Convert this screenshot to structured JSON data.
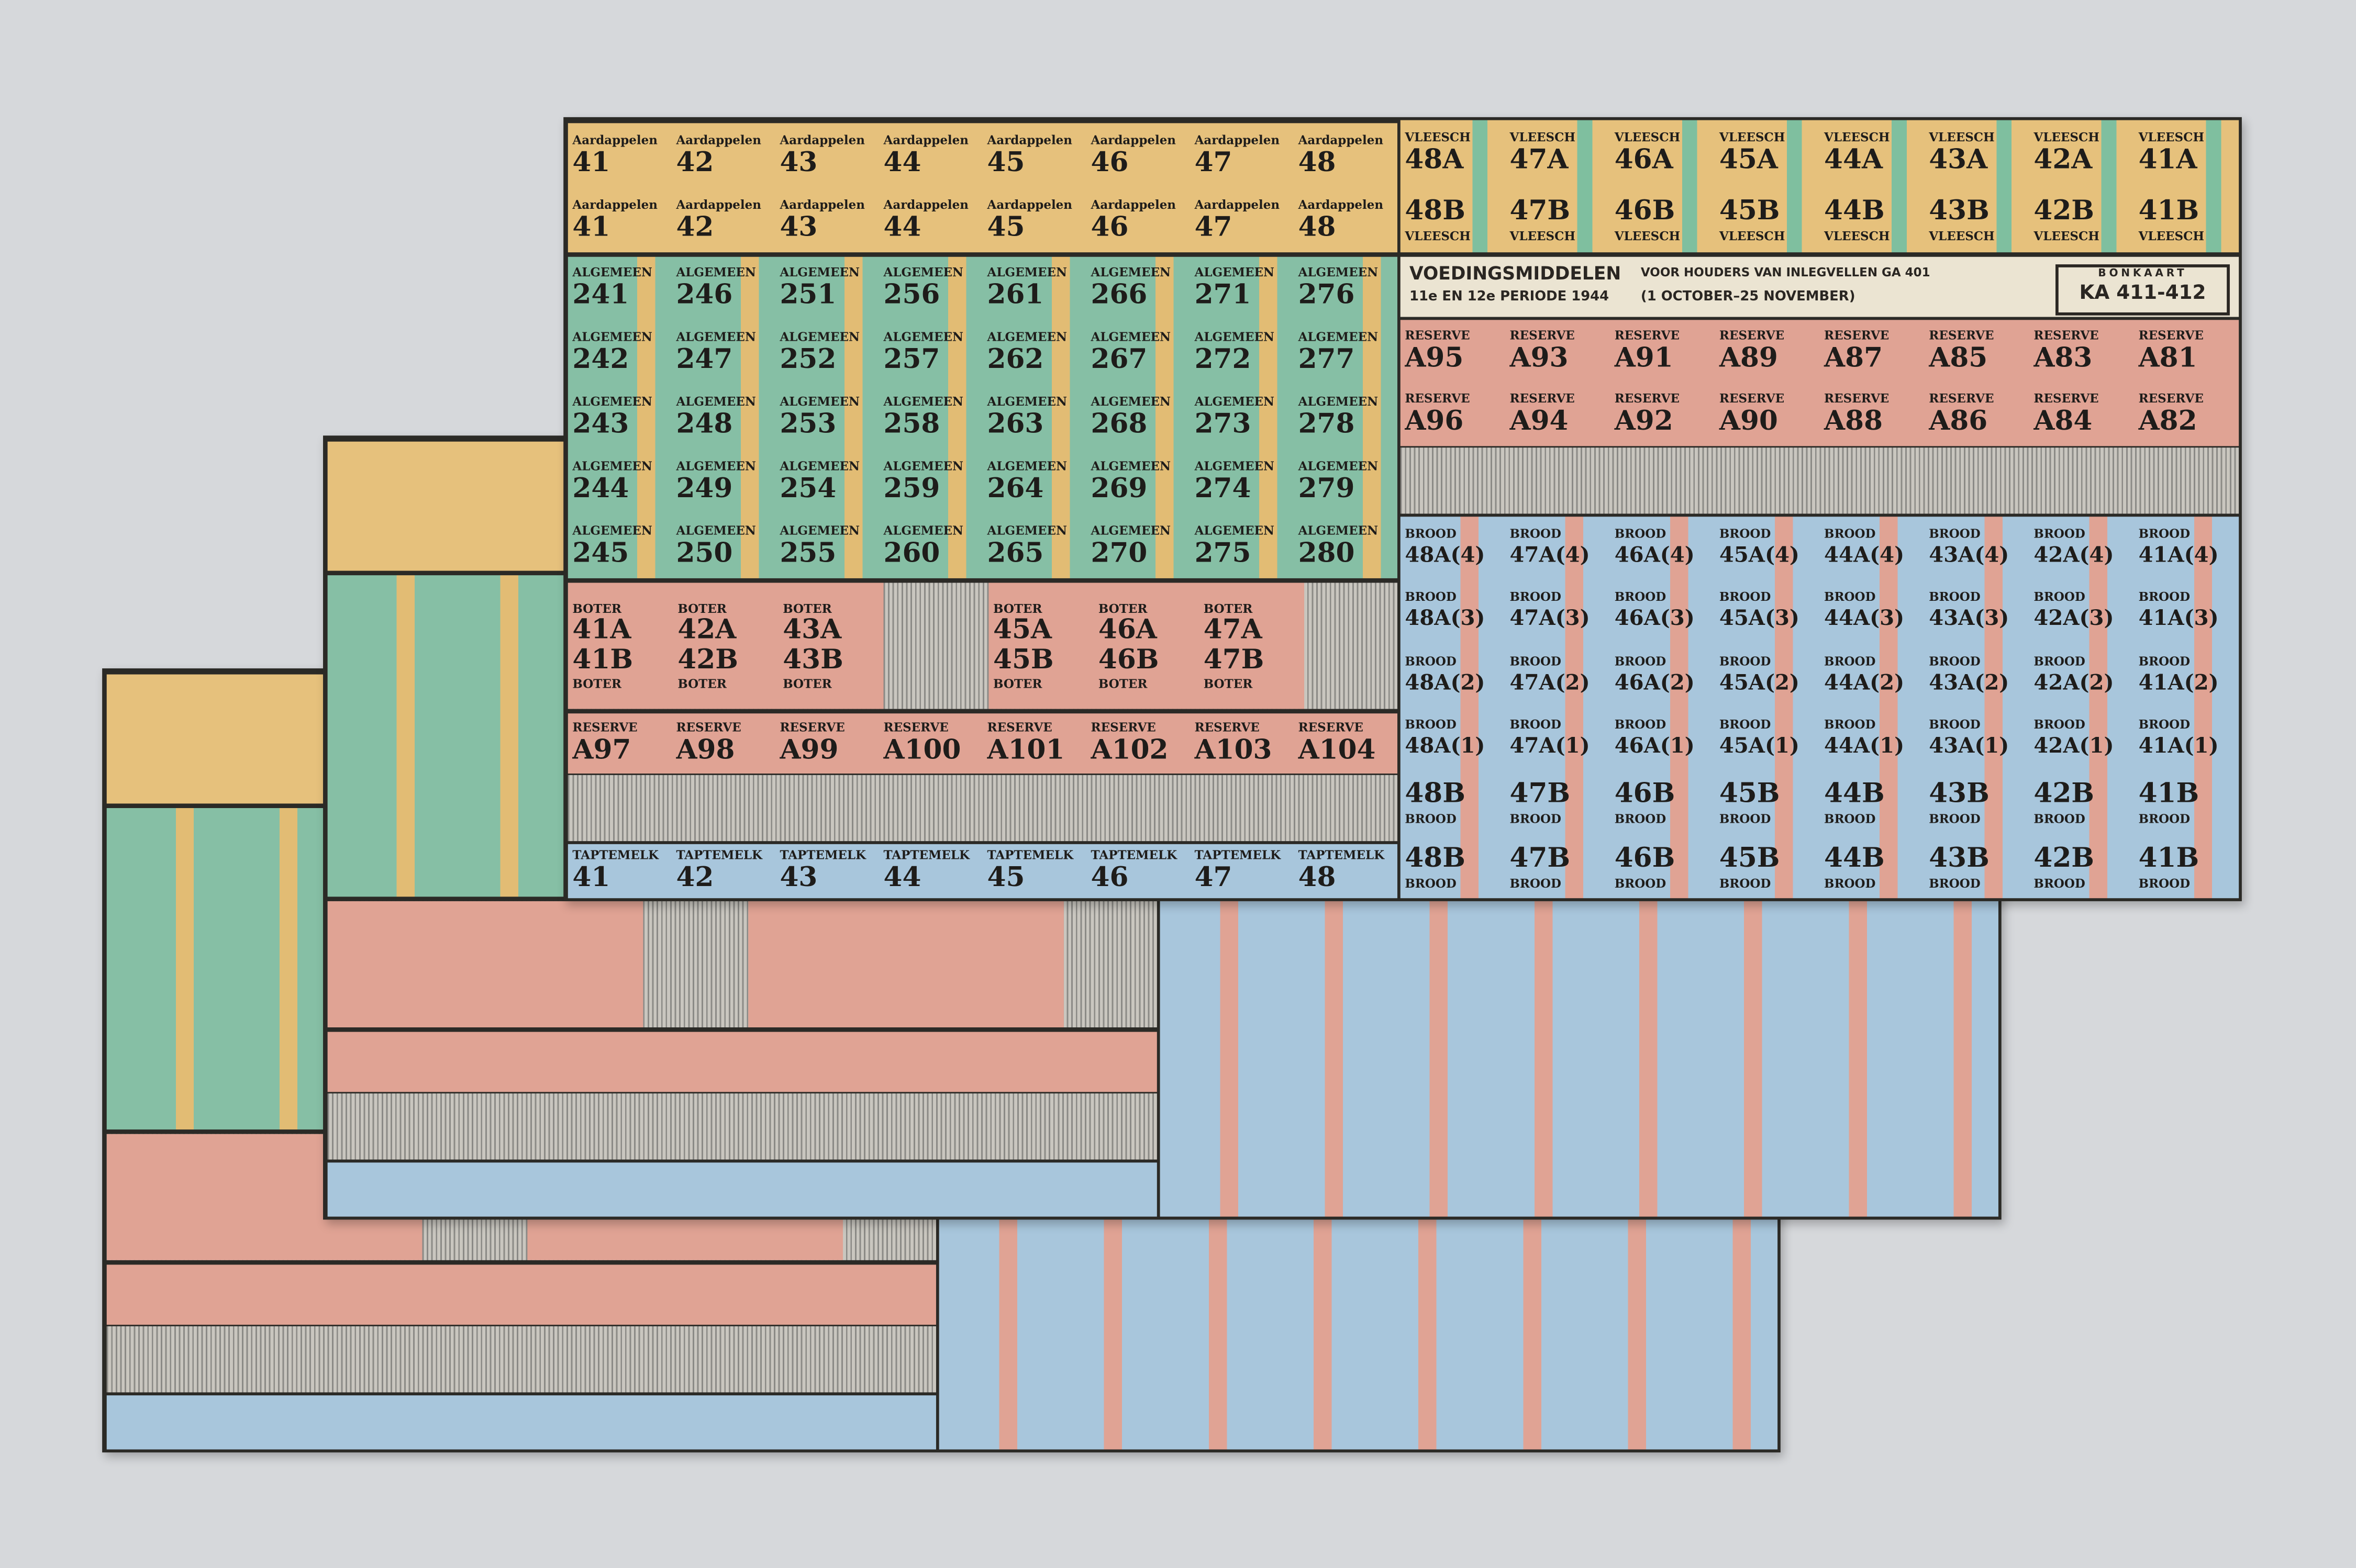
{
  "header": {
    "title": "VOEDINGSMIDDELEN",
    "subtitle": "VOOR HOUDERS VAN INLEGVELLEN GA 401",
    "period": "11e EN 12e PERIODE 1944",
    "dates": "(1 OCTOBER–25 NOVEMBER)",
    "card_label": "BONKAART",
    "card_number": "KA 411-412"
  },
  "aardappelen": {
    "label": "Aardappelen",
    "rows": [
      [
        "41",
        "42",
        "43",
        "44",
        "45",
        "46",
        "47",
        "48"
      ],
      [
        "41",
        "42",
        "43",
        "44",
        "45",
        "46",
        "47",
        "48"
      ]
    ]
  },
  "algemeen": {
    "label": "ALGEMEEN",
    "rows": [
      [
        "241",
        "246",
        "251",
        "256",
        "261",
        "266",
        "271",
        "276"
      ],
      [
        "242",
        "247",
        "252",
        "257",
        "262",
        "267",
        "272",
        "277"
      ],
      [
        "243",
        "248",
        "253",
        "258",
        "263",
        "268",
        "273",
        "278"
      ],
      [
        "244",
        "249",
        "254",
        "259",
        "264",
        "269",
        "274",
        "279"
      ],
      [
        "245",
        "250",
        "255",
        "260",
        "265",
        "270",
        "275",
        "280"
      ]
    ]
  },
  "boter": {
    "label": "BOTER",
    "groups": [
      [
        "41",
        "42",
        "43"
      ],
      [
        "45",
        "46",
        "47"
      ]
    ]
  },
  "reserve_left": {
    "label": "RESERVE",
    "values": [
      "A97",
      "A98",
      "A99",
      "A100",
      "A101",
      "A102",
      "A103",
      "A104"
    ]
  },
  "taptemelk": {
    "label": "TAPTEMELK",
    "values": [
      "41",
      "42",
      "43",
      "44",
      "45",
      "46",
      "47",
      "48"
    ]
  },
  "vleesch": {
    "label": "VLEESCH",
    "top": [
      "48A",
      "47A",
      "46A",
      "45A",
      "44A",
      "43A",
      "42A",
      "41A"
    ],
    "bottom": [
      "48B",
      "47B",
      "46B",
      "45B",
      "44B",
      "43B",
      "42B",
      "41B"
    ]
  },
  "reserve_right": {
    "label": "RESERVE",
    "rows": [
      [
        "A95",
        "A93",
        "A91",
        "A89",
        "A87",
        "A85",
        "A83",
        "A81"
      ],
      [
        "A96",
        "A94",
        "A92",
        "A90",
        "A88",
        "A86",
        "A84",
        "A82"
      ]
    ]
  },
  "brood": {
    "label": "BROOD",
    "a_rows": [
      [
        "48A(4)",
        "47A(4)",
        "46A(4)",
        "45A(4)",
        "44A(4)",
        "43A(4)",
        "42A(4)",
        "41A(4)"
      ],
      [
        "48A(3)",
        "47A(3)",
        "46A(3)",
        "45A(3)",
        "44A(3)",
        "43A(3)",
        "42A(3)",
        "41A(3)"
      ],
      [
        "48A(2)",
        "47A(2)",
        "46A(2)",
        "45A(2)",
        "44A(2)",
        "43A(2)",
        "42A(2)",
        "41A(2)"
      ],
      [
        "48A(1)",
        "47A(1)",
        "46A(1)",
        "45A(1)",
        "44A(1)",
        "43A(1)",
        "42A(1)",
        "41A(1)"
      ]
    ],
    "b_rows": [
      [
        "48B",
        "47B",
        "46B",
        "45B",
        "44B",
        "43B",
        "42B",
        "41B"
      ],
      [
        "48B",
        "47B",
        "46B",
        "45B",
        "44B",
        "43B",
        "42B",
        "41B"
      ]
    ]
  }
}
